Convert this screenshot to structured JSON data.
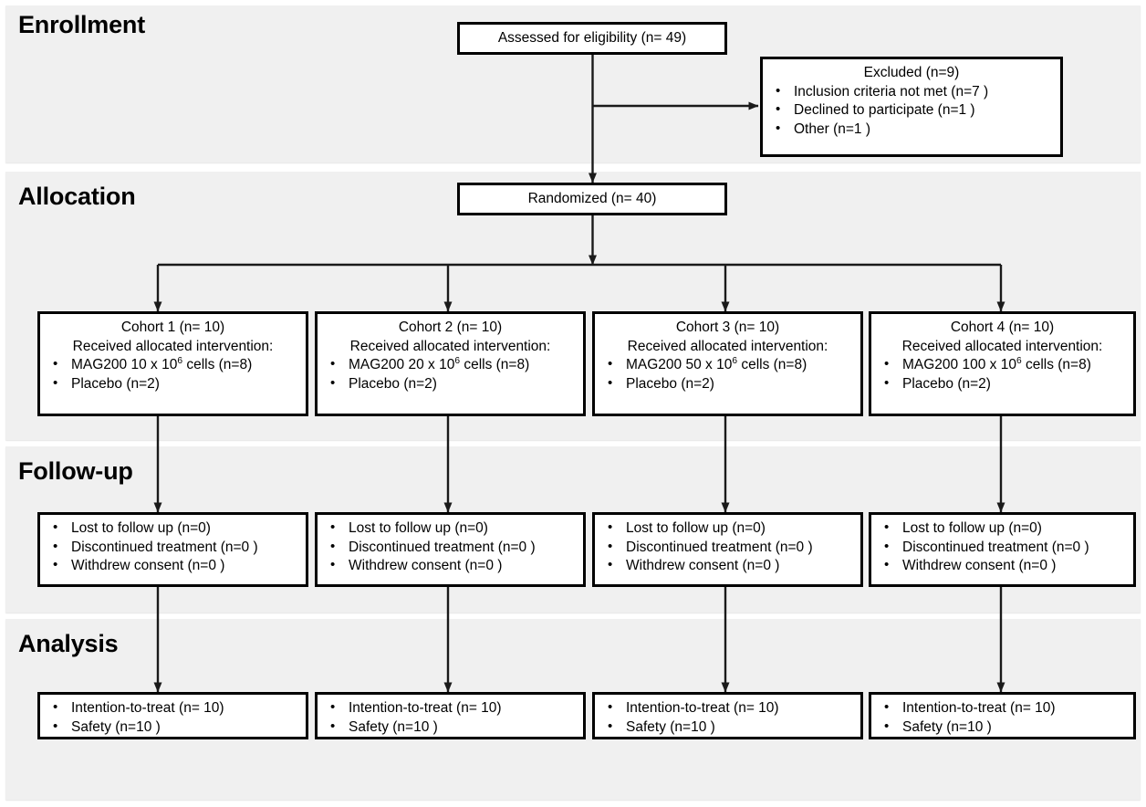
{
  "diagram": {
    "title": "CONSORT participant flow diagram",
    "background_color": "#ffffff",
    "band_color": "#f0f0f0",
    "box_border_color": "#000000",
    "box_fill_color": "#ffffff",
    "connector_color": "#1a1a1a"
  },
  "stages": {
    "enrollment": "Enrollment",
    "allocation": "Allocation",
    "followup": "Follow-up",
    "analysis": "Analysis"
  },
  "enrollment": {
    "assessed": "Assessed for eligibility (n= 49)",
    "excluded_header": "Excluded (n=9)",
    "excluded_items": [
      "Inclusion criteria not met (n=7 )",
      "Declined to participate (n=1 )",
      "Other (n=1 )"
    ]
  },
  "allocation": {
    "randomized": "Randomized (n= 40)",
    "cohorts": [
      {
        "title": "Cohort 1 (n= 10)",
        "subtitle": "Received allocated intervention:",
        "dose_prefix": "MAG200 10 x 10",
        "dose_exponent": "6",
        "dose_suffix": " cells (n=8)",
        "placebo": "Placebo (n=2)"
      },
      {
        "title": "Cohort 2 (n= 10)",
        "subtitle": "Received allocated intervention:",
        "dose_prefix": "MAG200 20 x 10",
        "dose_exponent": "6",
        "dose_suffix": " cells (n=8)",
        "placebo": "Placebo (n=2)"
      },
      {
        "title": "Cohort 3 (n= 10)",
        "subtitle": "Received allocated intervention:",
        "dose_prefix": "MAG200 50 x 10",
        "dose_exponent": "6",
        "dose_suffix": " cells (n=8)",
        "placebo": "Placebo (n=2)"
      },
      {
        "title": "Cohort 4 (n= 10)",
        "subtitle": "Received allocated intervention:",
        "dose_prefix": "MAG200 100 x 10",
        "dose_exponent": "6",
        "dose_suffix": " cells (n=8)",
        "placebo": "Placebo (n=2)"
      }
    ]
  },
  "followup": {
    "columns": [
      {
        "lost": "Lost to follow up (n=0)",
        "discontinued": "Discontinued treatment (n=0 )",
        "withdrew": "Withdrew consent (n=0 )"
      },
      {
        "lost": "Lost to follow up (n=0)",
        "discontinued": "Discontinued treatment (n=0 )",
        "withdrew": "Withdrew consent (n=0 )"
      },
      {
        "lost": "Lost to follow up (n=0)",
        "discontinued": "Discontinued treatment (n=0 )",
        "withdrew": "Withdrew consent (n=0 )"
      },
      {
        "lost": "Lost to follow up (n=0)",
        "discontinued": "Discontinued treatment (n=0 )",
        "withdrew": "Withdrew consent (n=0 )"
      }
    ]
  },
  "analysis": {
    "columns": [
      {
        "itt": "Intention-to-treat (n= 10)",
        "safety": "Safety (n=10 )"
      },
      {
        "itt": "Intention-to-treat (n= 10)",
        "safety": "Safety (n=10 )"
      },
      {
        "itt": "Intention-to-treat (n= 10)",
        "safety": "Safety (n=10 )"
      },
      {
        "itt": "Intention-to-treat (n= 10)",
        "safety": "Safety (n=10 )"
      }
    ]
  }
}
